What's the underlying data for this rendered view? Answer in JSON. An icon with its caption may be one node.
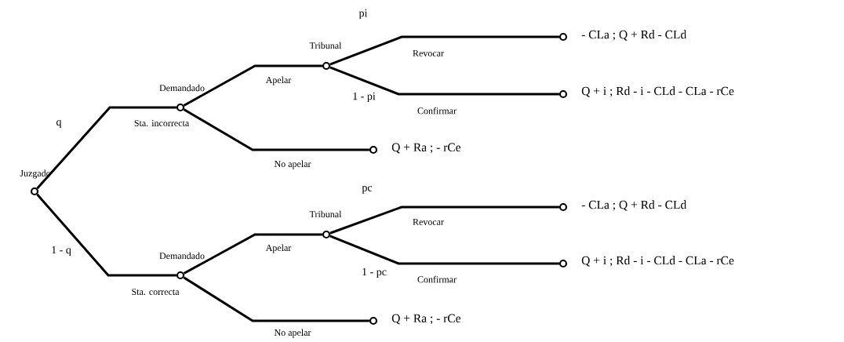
{
  "diagram": {
    "nodes": [
      {
        "text": [
          "Juzgado"
        ]
      },
      {
        "text": [
          "Demandado"
        ]
      },
      {
        "text": [
          "Tribunal"
        ]
      },
      {
        "text": [
          "- CLa ; Q + Rd - CLd"
        ]
      },
      {
        "text": [
          "Q + i ; Rd - i - CLd - CLa - rCe"
        ]
      },
      {
        "text": [
          "Q + Ra ; - rCe"
        ]
      },
      {
        "text": [
          "Demandado"
        ]
      },
      {
        "text": [
          "Tribunal"
        ]
      },
      {
        "text": [
          "- CLa ; Q + Rd - CLd"
        ]
      },
      {
        "text": [
          "Q + i ; Rd - i - CLd - CLa - rCe"
        ]
      },
      {
        "text": [
          "Q + Ra ; - rCe"
        ]
      }
    ],
    "edges": [
      {
        "from": 0,
        "to": 1,
        "arrow": "none",
        "label": "Sta. incorrecta"
      },
      {
        "from": 1,
        "to": 2,
        "arrow": "none",
        "label": "Apelar"
      },
      {
        "from": 1,
        "to": 5,
        "arrow": "none",
        "label": "No apelar"
      },
      {
        "from": 2,
        "to": 3,
        "arrow": "none",
        "label": "Revocar"
      },
      {
        "from": 2,
        "to": 4,
        "arrow": "none",
        "label": "Confirmar"
      },
      {
        "from": 0,
        "to": 6,
        "arrow": "none",
        "label": "Sta. correcta"
      },
      {
        "from": 6,
        "to": 7,
        "arrow": "none",
        "label": "Apelar"
      },
      {
        "from": 6,
        "to": 10,
        "arrow": "none",
        "label": "No apelar"
      },
      {
        "from": 7,
        "to": 8,
        "arrow": "none",
        "label": "Revocar"
      },
      {
        "from": 7,
        "to": 9,
        "arrow": "none",
        "label": "Confirmar"
      }
    ],
    "labels": [
      "pi",
      "1 - pi",
      "q",
      "pc",
      "1 - pc",
      "1 - q"
    ]
  }
}
